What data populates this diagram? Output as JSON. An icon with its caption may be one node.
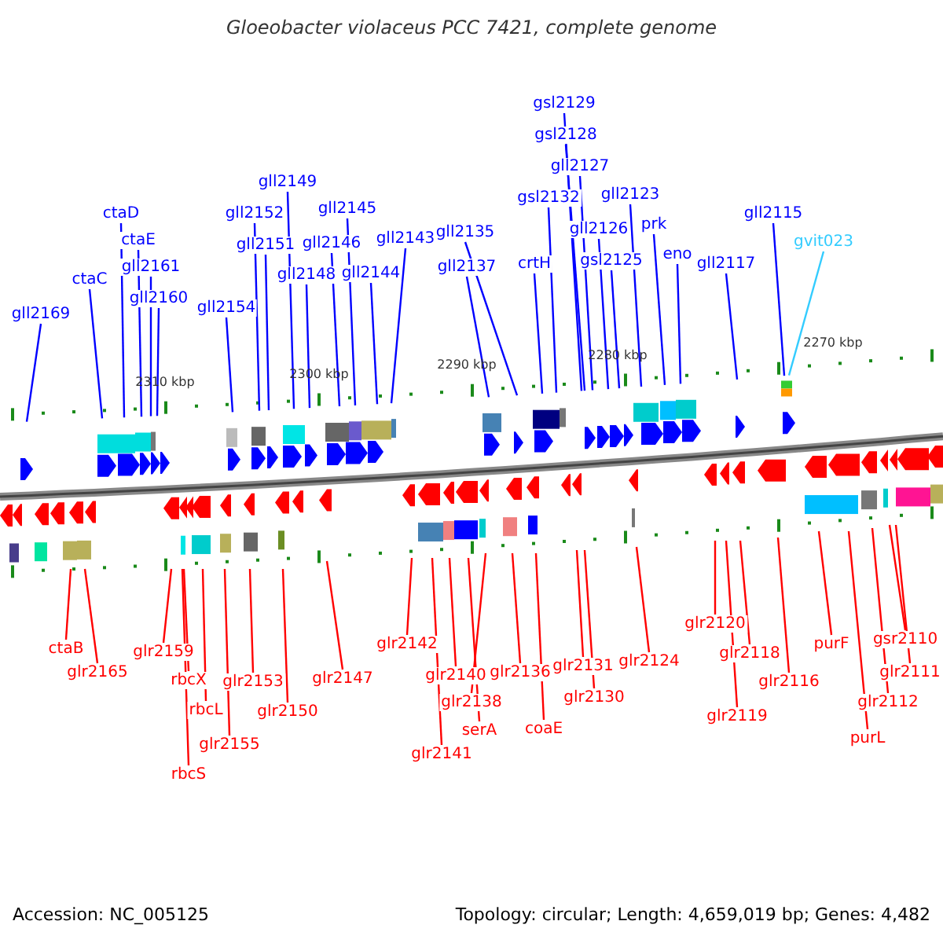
{
  "diagram": {
    "title": "Gloeobacter violaceus PCC 7421, complete genome",
    "nodes": [
      {
        "text": [
          "gll2169"
        ]
      },
      {
        "text": [
          "ctaC"
        ]
      },
      {
        "text": [
          "ctaD"
        ]
      },
      {
        "text": [
          "ctaE"
        ]
      },
      {
        "text": [
          "gll2161"
        ]
      },
      {
        "text": [
          "gll2160"
        ]
      },
      {
        "text": [
          "gll2154"
        ]
      },
      {
        "text": [
          "gll2152"
        ]
      },
      {
        "text": [
          "gll2151"
        ]
      },
      {
        "text": [
          "gll2149"
        ]
      },
      {
        "text": [
          "gll2148"
        ]
      },
      {
        "text": [
          "gll2146"
        ]
      },
      {
        "text": [
          "gll2145"
        ]
      },
      {
        "text": [
          "gll2144"
        ]
      },
      {
        "text": [
          "gll2143"
        ]
      },
      {
        "text": [
          "gll2137"
        ]
      },
      {
        "text": [
          "gll2135"
        ]
      },
      {
        "text": [
          "gsl2132"
        ]
      },
      {
        "text": [
          "crtH"
        ]
      },
      {
        "text": [
          "gsl2129"
        ]
      },
      {
        "text": [
          "gsl2128"
        ]
      },
      {
        "text": [
          "gll2127"
        ]
      },
      {
        "text": [
          "gll2126"
        ]
      },
      {
        "text": [
          "gsl2125"
        ]
      },
      {
        "text": [
          "gll2123"
        ]
      },
      {
        "text": [
          "prk"
        ]
      },
      {
        "text": [
          "eno"
        ]
      },
      {
        "text": [
          "gll2117"
        ]
      },
      {
        "text": [
          "gll2115"
        ]
      },
      {
        "text": [
          "gvit023"
        ]
      },
      {
        "text": [
          "ctaB"
        ]
      },
      {
        "text": [
          "glr2165"
        ]
      },
      {
        "text": [
          "glr2159"
        ]
      },
      {
        "text": [
          "rbcX"
        ]
      },
      {
        "text": [
          "rbcS"
        ]
      },
      {
        "text": [
          "rbcL"
        ]
      },
      {
        "text": [
          "glr2155"
        ]
      },
      {
        "text": [
          "glr2153"
        ]
      },
      {
        "text": [
          "glr2150"
        ]
      },
      {
        "text": [
          "glr2147"
        ]
      },
      {
        "text": [
          "glr2142"
        ]
      },
      {
        "text": [
          "glr2141"
        ]
      },
      {
        "text": [
          "glr2140"
        ]
      },
      {
        "text": [
          "serA"
        ]
      },
      {
        "text": [
          "glr2138"
        ]
      },
      {
        "text": [
          "glr2136"
        ]
      },
      {
        "text": [
          "coaE"
        ]
      },
      {
        "text": [
          "glr2131"
        ]
      },
      {
        "text": [
          "glr2130"
        ]
      },
      {
        "text": [
          "glr2124"
        ]
      },
      {
        "text": [
          "glr2120"
        ]
      },
      {
        "text": [
          "glr2119"
        ]
      },
      {
        "text": [
          "glr2118"
        ]
      },
      {
        "text": [
          "glr2116"
        ]
      },
      {
        "text": [
          "purF"
        ]
      },
      {
        "text": [
          "purL"
        ]
      },
      {
        "text": [
          "glr2112"
        ]
      },
      {
        "text": [
          "gsr2110"
        ]
      },
      {
        "text": [
          "glr2111"
        ]
      }
    ],
    "edges": [
      {
        "from": 0,
        "to": null,
        "arrow": "none"
      },
      {
        "from": 1,
        "to": null,
        "arrow": "none"
      },
      {
        "from": 2,
        "to": null,
        "arrow": "none"
      },
      {
        "from": 3,
        "to": null,
        "arrow": "none"
      },
      {
        "from": 4,
        "to": null,
        "arrow": "none"
      },
      {
        "from": 5,
        "to": null,
        "arrow": "none"
      },
      {
        "from": 6,
        "to": null,
        "arrow": "none"
      },
      {
        "from": 7,
        "to": null,
        "arrow": "none"
      },
      {
        "from": 8,
        "to": null,
        "arrow": "none"
      },
      {
        "from": 9,
        "to": null,
        "arrow": "none"
      },
      {
        "from": 10,
        "to": null,
        "arrow": "none"
      },
      {
        "from": 11,
        "to": null,
        "arrow": "none"
      },
      {
        "from": 12,
        "to": null,
        "arrow": "none"
      },
      {
        "from": 13,
        "to": null,
        "arrow": "none"
      },
      {
        "from": 14,
        "to": null,
        "arrow": "none"
      },
      {
        "from": 15,
        "to": null,
        "arrow": "none"
      },
      {
        "from": 16,
        "to": null,
        "arrow": "none"
      },
      {
        "from": 17,
        "to": null,
        "arrow": "none"
      },
      {
        "from": 18,
        "to": null,
        "arrow": "none"
      },
      {
        "from": 19,
        "to": null,
        "arrow": "none"
      },
      {
        "from": 20,
        "to": null,
        "arrow": "none"
      },
      {
        "from": 21,
        "to": null,
        "arrow": "none"
      },
      {
        "from": 22,
        "to": null,
        "arrow": "none"
      },
      {
        "from": 23,
        "to": null,
        "arrow": "none"
      },
      {
        "from": 24,
        "to": null,
        "arrow": "none"
      },
      {
        "from": 25,
        "to": null,
        "arrow": "none"
      },
      {
        "from": 26,
        "to": null,
        "arrow": "none"
      },
      {
        "from": 27,
        "to": null,
        "arrow": "none"
      },
      {
        "from": 28,
        "to": null,
        "arrow": "none"
      },
      {
        "from": 29,
        "to": null,
        "arrow": "none",
        "color": "#33ccff"
      },
      {
        "from": 30,
        "to": null,
        "arrow": "none",
        "color": "#ff0000"
      },
      {
        "from": 31,
        "to": null,
        "arrow": "none",
        "color": "#ff0000"
      },
      {
        "from": 32,
        "to": null,
        "arrow": "none",
        "color": "#ff0000"
      },
      {
        "from": 33,
        "to": null,
        "arrow": "none",
        "color": "#ff0000"
      },
      {
        "from": 34,
        "to": null,
        "arrow": "none",
        "color": "#ff0000"
      },
      {
        "from": 35,
        "to": null,
        "arrow": "none",
        "color": "#ff0000"
      },
      {
        "from": 36,
        "to": null,
        "arrow": "none",
        "color": "#ff0000"
      },
      {
        "from": 37,
        "to": null,
        "arrow": "none",
        "color": "#ff0000"
      },
      {
        "from": 38,
        "to": null,
        "arrow": "none",
        "color": "#ff0000"
      },
      {
        "from": 39,
        "to": null,
        "arrow": "none",
        "color": "#ff0000"
      },
      {
        "from": 40,
        "to": null,
        "arrow": "none",
        "color": "#ff0000"
      },
      {
        "from": 41,
        "to": null,
        "arrow": "none",
        "color": "#ff0000"
      },
      {
        "from": 42,
        "to": null,
        "arrow": "none",
        "color": "#ff0000"
      },
      {
        "from": 43,
        "to": null,
        "arrow": "none",
        "color": "#ff0000"
      },
      {
        "from": 44,
        "to": null,
        "arrow": "none",
        "color": "#ff0000"
      },
      {
        "from": 45,
        "to": null,
        "arrow": "none",
        "color": "#ff0000"
      },
      {
        "from": 46,
        "to": null,
        "arrow": "none",
        "color": "#ff0000"
      },
      {
        "from": 47,
        "to": null,
        "arrow": "none",
        "color": "#ff0000"
      },
      {
        "from": 48,
        "to": null,
        "arrow": "none",
        "color": "#ff0000"
      },
      {
        "from": 49,
        "to": null,
        "arrow": "none",
        "color": "#ff0000"
      },
      {
        "from": 50,
        "to": null,
        "arrow": "none",
        "color": "#ff0000"
      },
      {
        "from": 51,
        "to": null,
        "arrow": "none",
        "color": "#ff0000"
      },
      {
        "from": 52,
        "to": null,
        "arrow": "none",
        "color": "#ff0000"
      },
      {
        "from": 53,
        "to": null,
        "arrow": "none",
        "color": "#ff0000"
      },
      {
        "from": 54,
        "to": null,
        "arrow": "none",
        "color": "#ff0000"
      },
      {
        "from": 55,
        "to": null,
        "arrow": "none",
        "color": "#ff0000"
      },
      {
        "from": 56,
        "to": null,
        "arrow": "none",
        "color": "#ff0000"
      },
      {
        "from": 57,
        "to": null,
        "arrow": "none",
        "color": "#ff0000"
      },
      {
        "from": 58,
        "to": null,
        "arrow": "none",
        "color": "#ff0000"
      }
    ],
    "labels": [
      "2310 kbp",
      "2300 kbp",
      "2290 kbp",
      "2280 kbp",
      "2270 kbp",
      "Accession: NC_005125",
      "Topology: circular; Length: 4,659,019 bp; Genes: 4,482"
    ]
  }
}
